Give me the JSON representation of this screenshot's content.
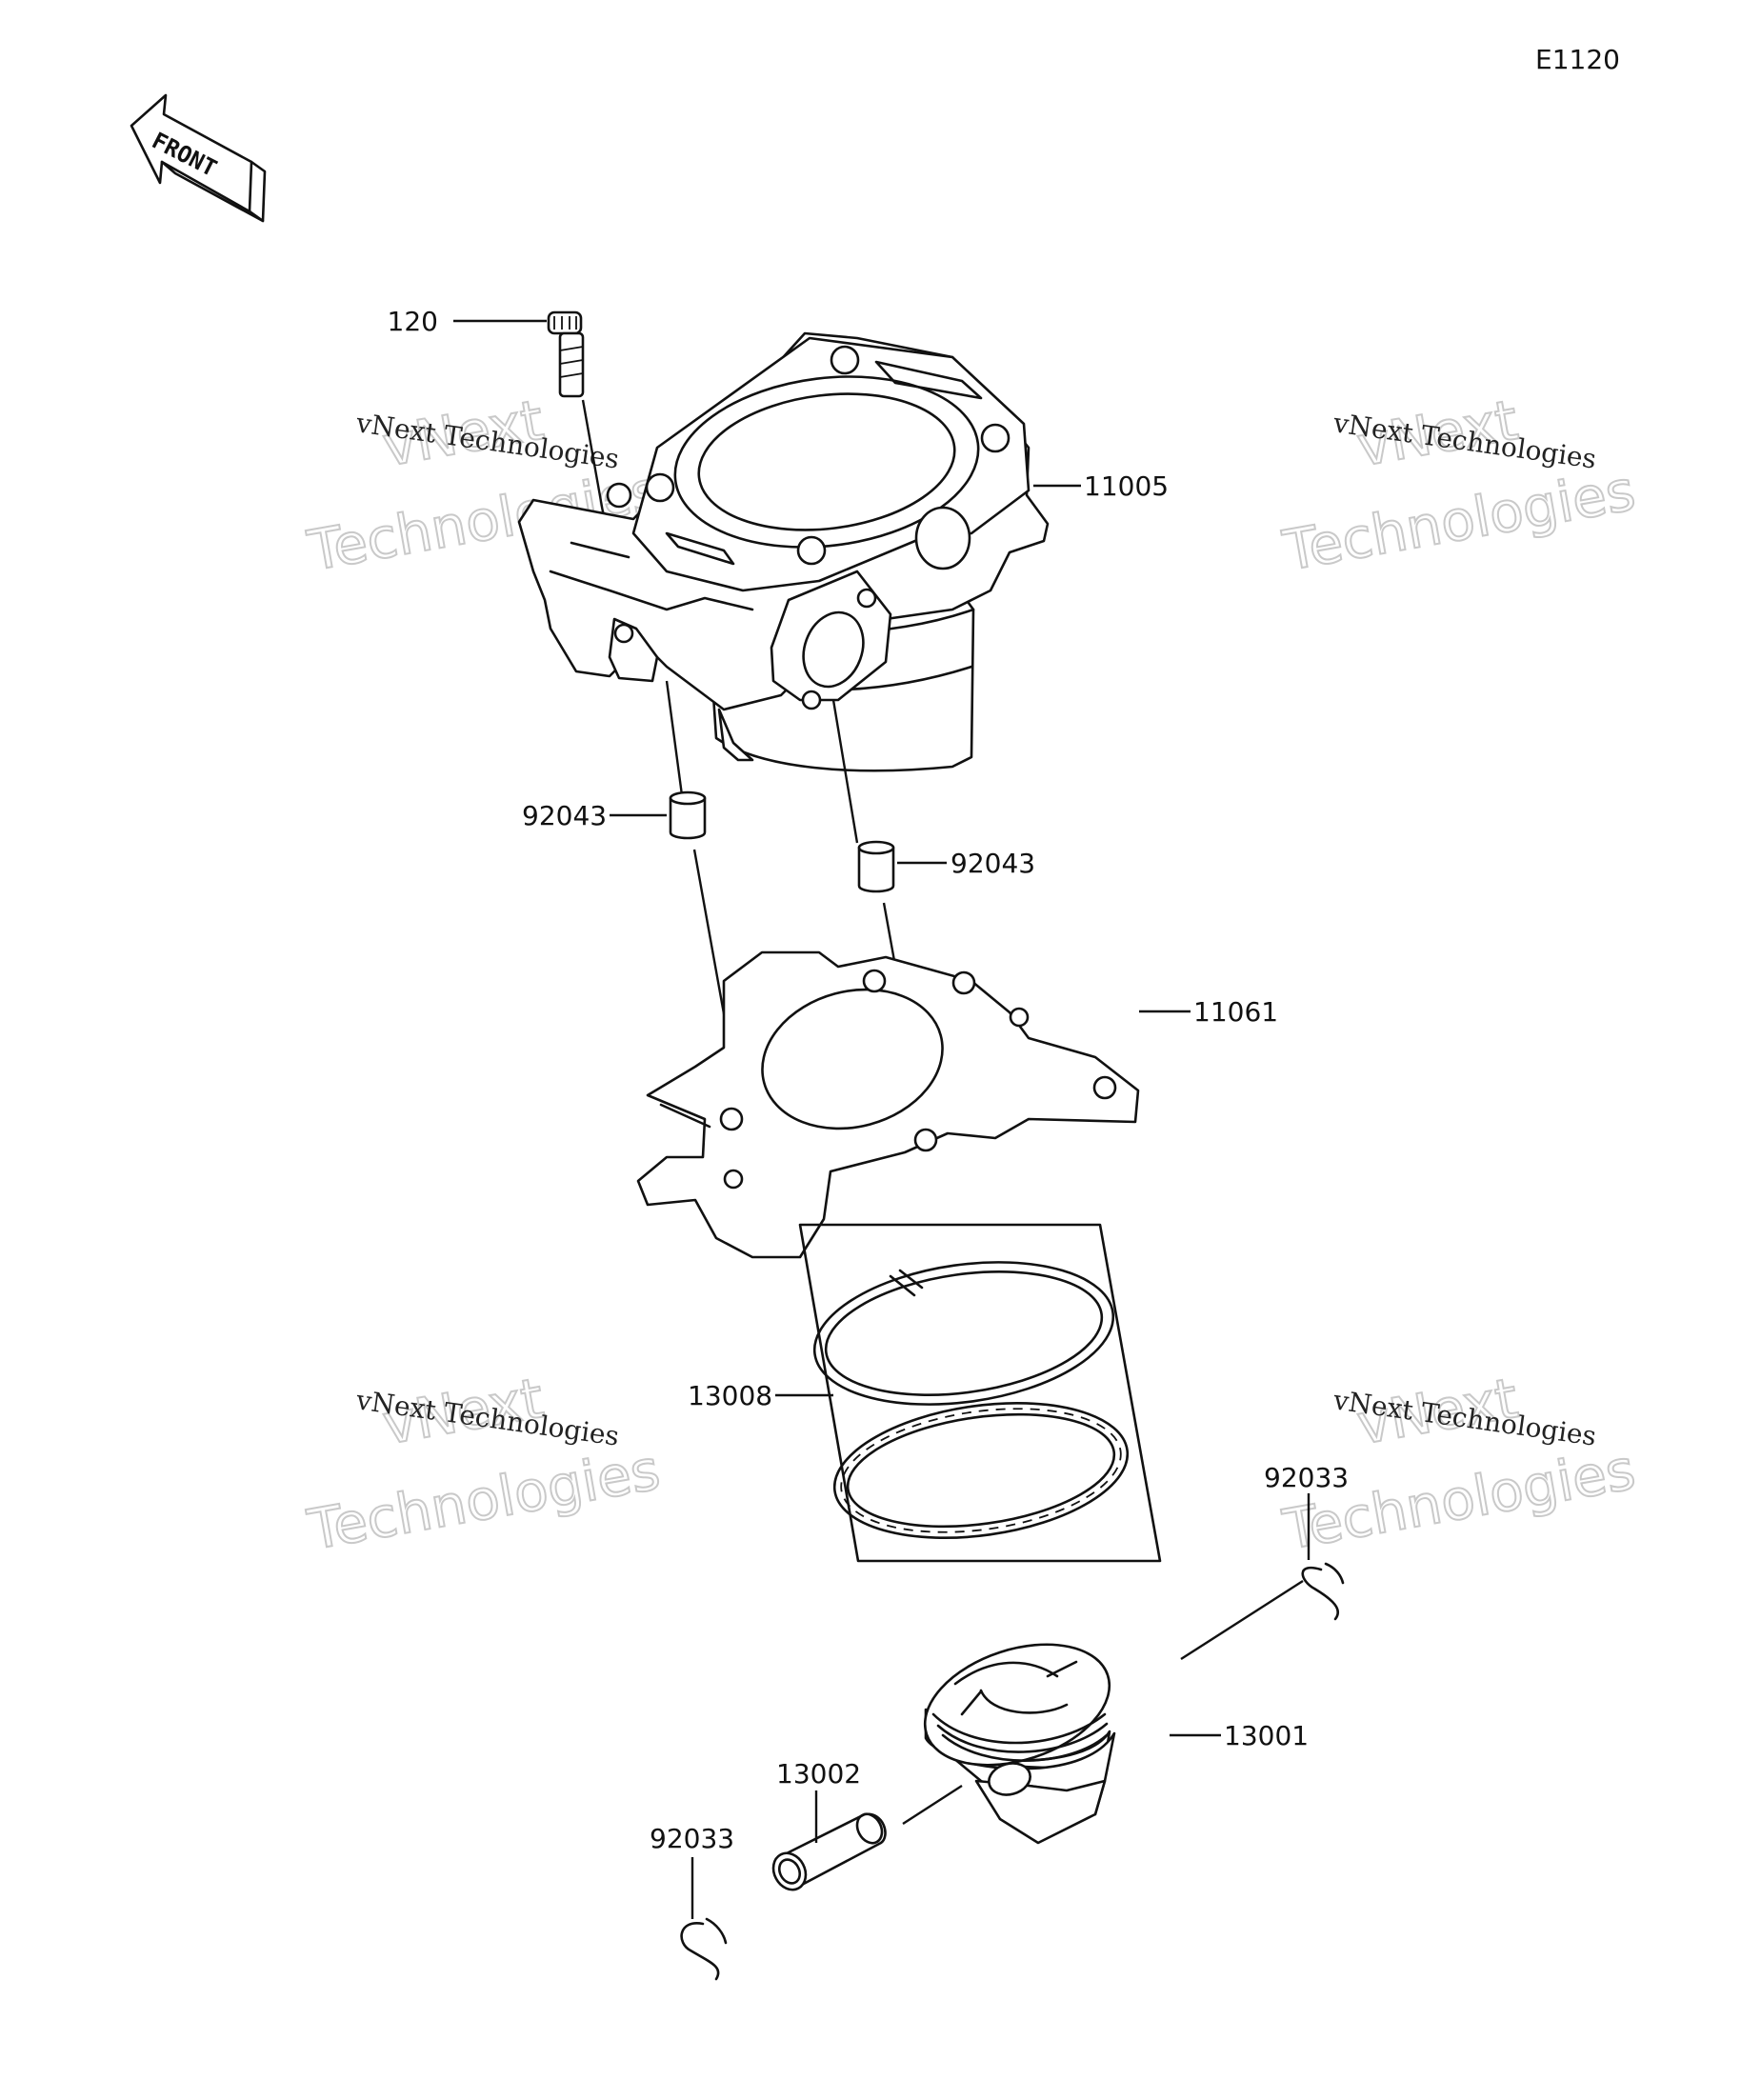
{
  "diagram": {
    "code": "E1120",
    "front_label": "FRONT",
    "watermark": {
      "line1": "vNext Technologies",
      "line2a": "vNext",
      "line2b": "Technologies"
    },
    "parts": {
      "bolt": "120",
      "cylinder": "11005",
      "dowel_left": "92043",
      "dowel_right": "92043",
      "gasket": "11061",
      "ring_set": "13008",
      "circlip_right": "92033",
      "piston": "13001",
      "piston_pin": "13002",
      "circlip_left": "92033"
    }
  }
}
